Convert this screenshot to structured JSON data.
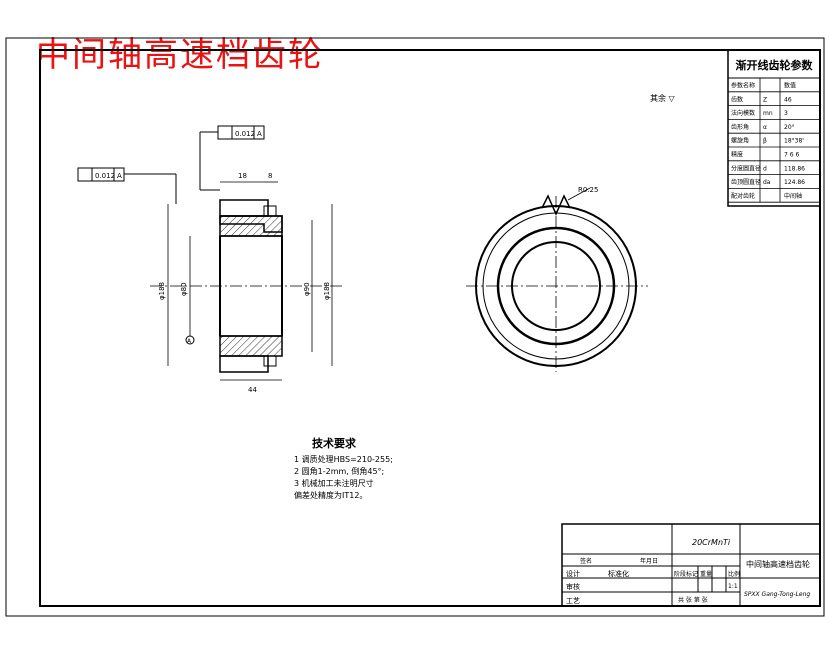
{
  "title": "中间轴高速档齿轮",
  "roughness_mark": "其余 ▽",
  "tolerance_frame_top": {
    "symbol": "∕∕",
    "value": "0.012",
    "datum": "A"
  },
  "tolerance_frame_left": {
    "symbol": "∕∕",
    "value": "0.012",
    "datum": "A"
  },
  "datum_marker": "A",
  "dims": {
    "width_top": "18",
    "gap_top": "8",
    "width_bottom": "44",
    "dia_outer": "φ188",
    "dia_bore": "φ80",
    "dia_hub": "φ90",
    "dia_mid": "φ188",
    "radius": "R0.25"
  },
  "params_table": {
    "title": "渐开线齿轮参数",
    "rows": [
      [
        "参数名称",
        "",
        "数值"
      ],
      [
        "齿数",
        "Z",
        "46"
      ],
      [
        "法向模数",
        "mn",
        "3"
      ],
      [
        "齿形角",
        "α",
        "20°"
      ],
      [
        "螺旋角",
        "β",
        "18°38'"
      ],
      [
        "精度",
        "",
        "7 6 6"
      ],
      [
        "分度圆直径",
        "d",
        "118.86"
      ],
      [
        "齿顶圆直径",
        "da",
        "124.86"
      ],
      [
        "配对齿轮",
        "",
        "中间轴"
      ]
    ]
  },
  "tech": {
    "heading": "技术要求",
    "lines": [
      "1 调质处理HBS=210-255;",
      "2 圆角1-2mm, 倒角45°;",
      "3 机械加工未注明尺寸",
      "   偏差处精度为IT12。"
    ]
  },
  "title_block": {
    "material": "20CrMnTi",
    "part_name": "中间轴高速档齿轮",
    "designer_label": "设计",
    "standard_label": "标准化",
    "checker_label": "审核",
    "process_label": "工艺",
    "stage_label": "阶段标记",
    "weight_label": "重量",
    "scale_label": "比例",
    "scale_value": "1:1",
    "sheets_label": "共 张  第 张",
    "signature": "签名",
    "date_text": "年月日",
    "code": "SPXX Gang-Tong-Leng"
  },
  "colors": {
    "title": "#e11111",
    "ink": "#000000",
    "paper": "#ffffff"
  }
}
